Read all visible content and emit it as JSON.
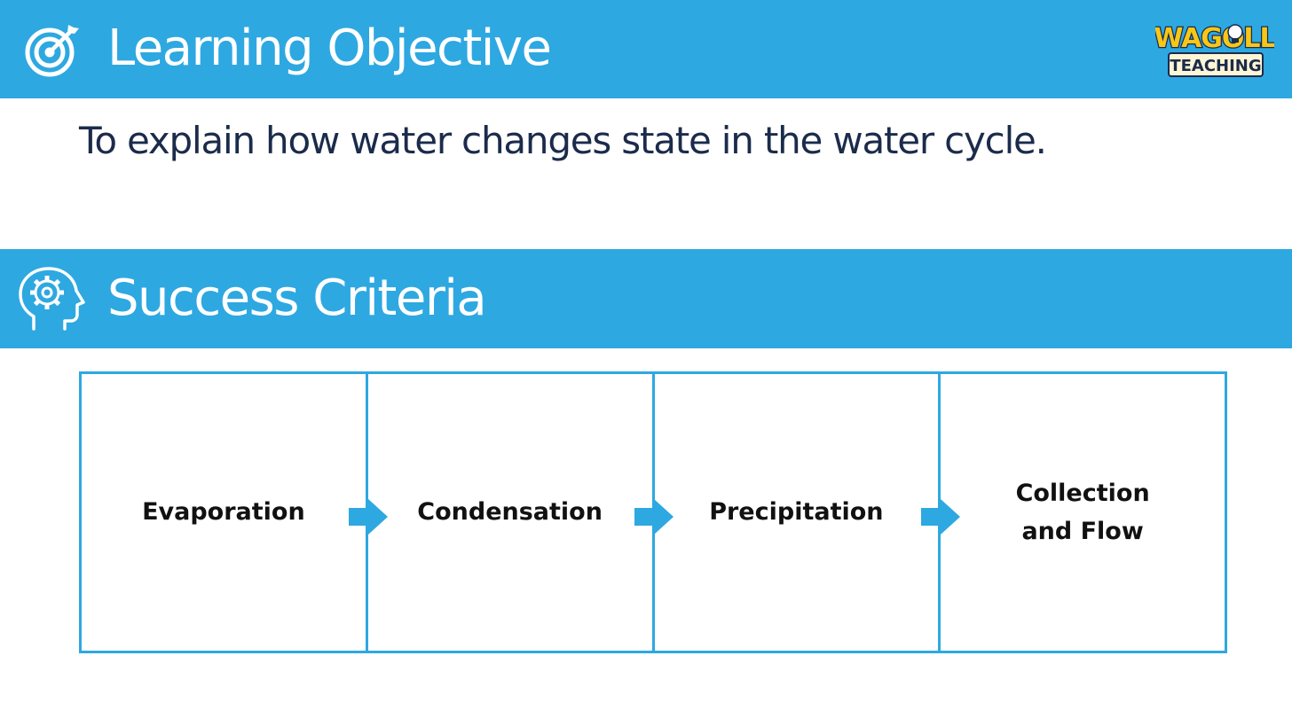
{
  "learning_objective": {
    "heading": "Learning Objective",
    "icon": "target-icon",
    "text": "To explain how water changes state in the water cycle."
  },
  "success_criteria": {
    "heading": "Success Criteria",
    "icon": "head-gear-icon",
    "steps": [
      {
        "lines": [
          "Evaporation"
        ]
      },
      {
        "lines": [
          "Condensation"
        ]
      },
      {
        "lines": [
          "Precipitation"
        ]
      },
      {
        "lines": [
          "Collection",
          "and Flow"
        ]
      }
    ]
  },
  "logo": {
    "top_text": "WAGOLL",
    "bottom_text": "TEACHING",
    "icon": "lightbulb-icon"
  },
  "colors": {
    "accent": "#2ea8e1",
    "text_dark": "#1b2b4b",
    "logo_yellow": "#f7c718"
  }
}
